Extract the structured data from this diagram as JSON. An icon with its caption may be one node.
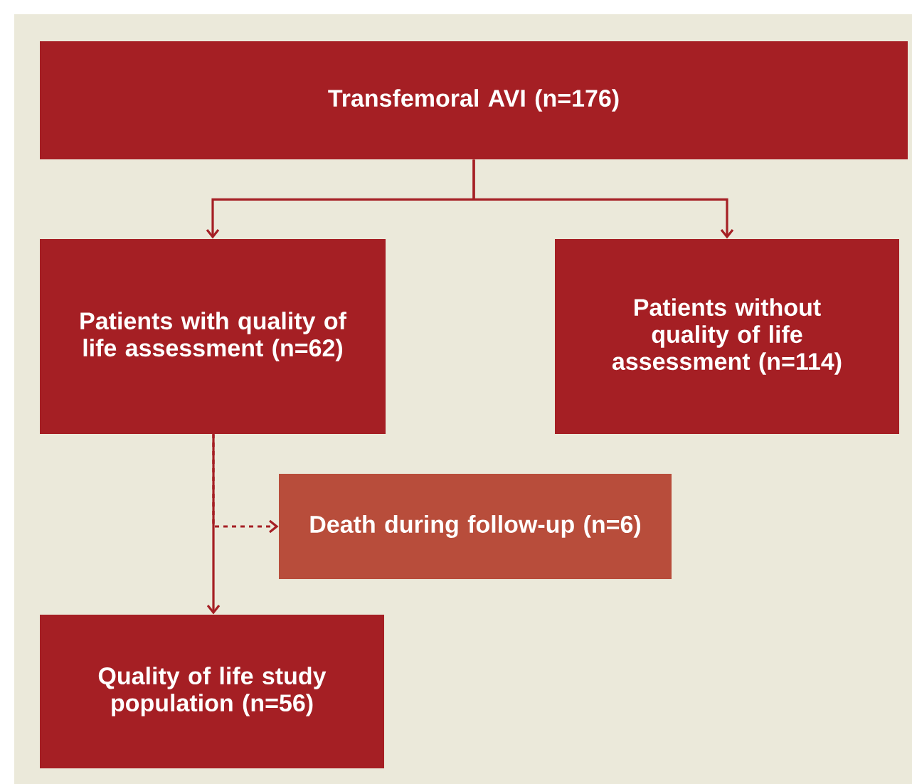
{
  "diagram": {
    "nodes": [
      {
        "text": [
          "Transfemoral AVI (n=176)"
        ]
      },
      {
        "text": [
          "Patients with quality of life assessment (n=62)"
        ]
      },
      {
        "text": [
          "Patients without quality of life assessment (n=114)"
        ]
      },
      {
        "text": [
          "Death during follow-up (n=6)"
        ]
      },
      {
        "text": [
          "Quality of life study population (n=56)"
        ]
      }
    ],
    "edges": [
      {
        "from": 0,
        "to": 1,
        "arrow": "to"
      },
      {
        "from": 0,
        "to": 2,
        "arrow": "to"
      },
      {
        "from": 1,
        "to": 3,
        "arrow": "to",
        "style": "dashed"
      },
      {
        "from": 1,
        "to": 4,
        "arrow": "to"
      }
    ]
  }
}
